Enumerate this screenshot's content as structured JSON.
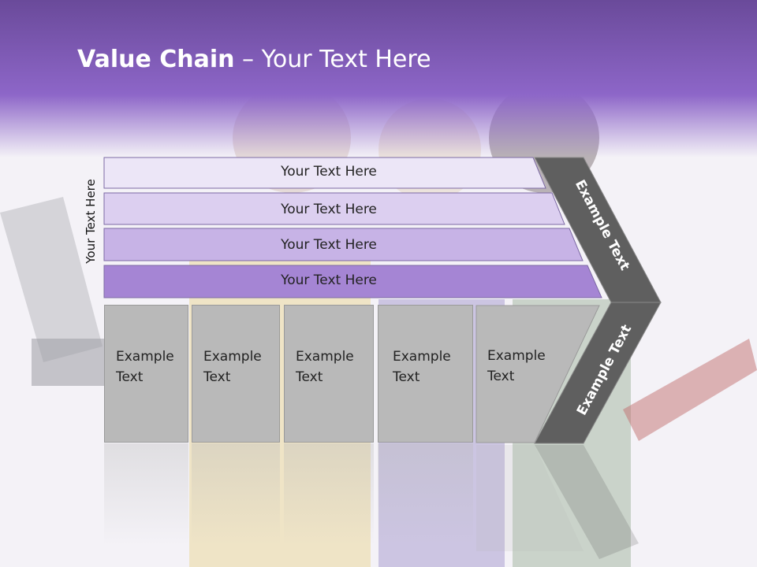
{
  "slide": {
    "title_bold": "Value Chain",
    "title_rest": " – Your Text Here",
    "side_label": "Your Text Here"
  },
  "bands": [
    {
      "label": "Your Text Here"
    },
    {
      "label": "Your Text Here"
    },
    {
      "label": "Your Text Here"
    },
    {
      "label": "Your Text Here"
    }
  ],
  "boxes": [
    {
      "line1": "Example",
      "line2": "Text"
    },
    {
      "line1": "Example",
      "line2": "Text"
    },
    {
      "line1": "Example",
      "line2": "Text"
    },
    {
      "line1": "Example",
      "line2": "Text"
    },
    {
      "line1": "Example",
      "line2": "Text"
    }
  ],
  "chevron": {
    "upper_label": "Example Text",
    "lower_label": "Example Text",
    "color": "#5f5f5f"
  },
  "colors": {
    "header": "#8d66c8",
    "band1": "#ece6f7",
    "band2": "#dccff0",
    "band3": "#c7b3e6",
    "band4": "#a585d4",
    "box": "#b9b9b9"
  }
}
